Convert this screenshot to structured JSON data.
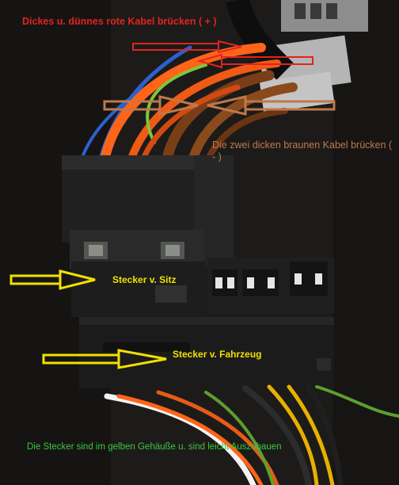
{
  "photo": {
    "subject": "wiring-harness-connectors",
    "colors": {
      "red_annotation": "#e2231f",
      "brown_annotation": "#c0784a",
      "yellow_annotation": "#f2e000",
      "green_annotation": "#3cc83c"
    }
  },
  "annotations": {
    "red_cables": "Dickes u. dünnes rote Kabel brücken ( + )",
    "brown_cables": "Die zwei dicken braunen Kabel brücken ( - )",
    "seat_connector": "Stecker v. Sitz",
    "vehicle_connector": "Stecker v. Fahrzeug",
    "housing_note": "Die Stecker sind im gelben Gehäuße u. sind leicht Auszubauen"
  }
}
